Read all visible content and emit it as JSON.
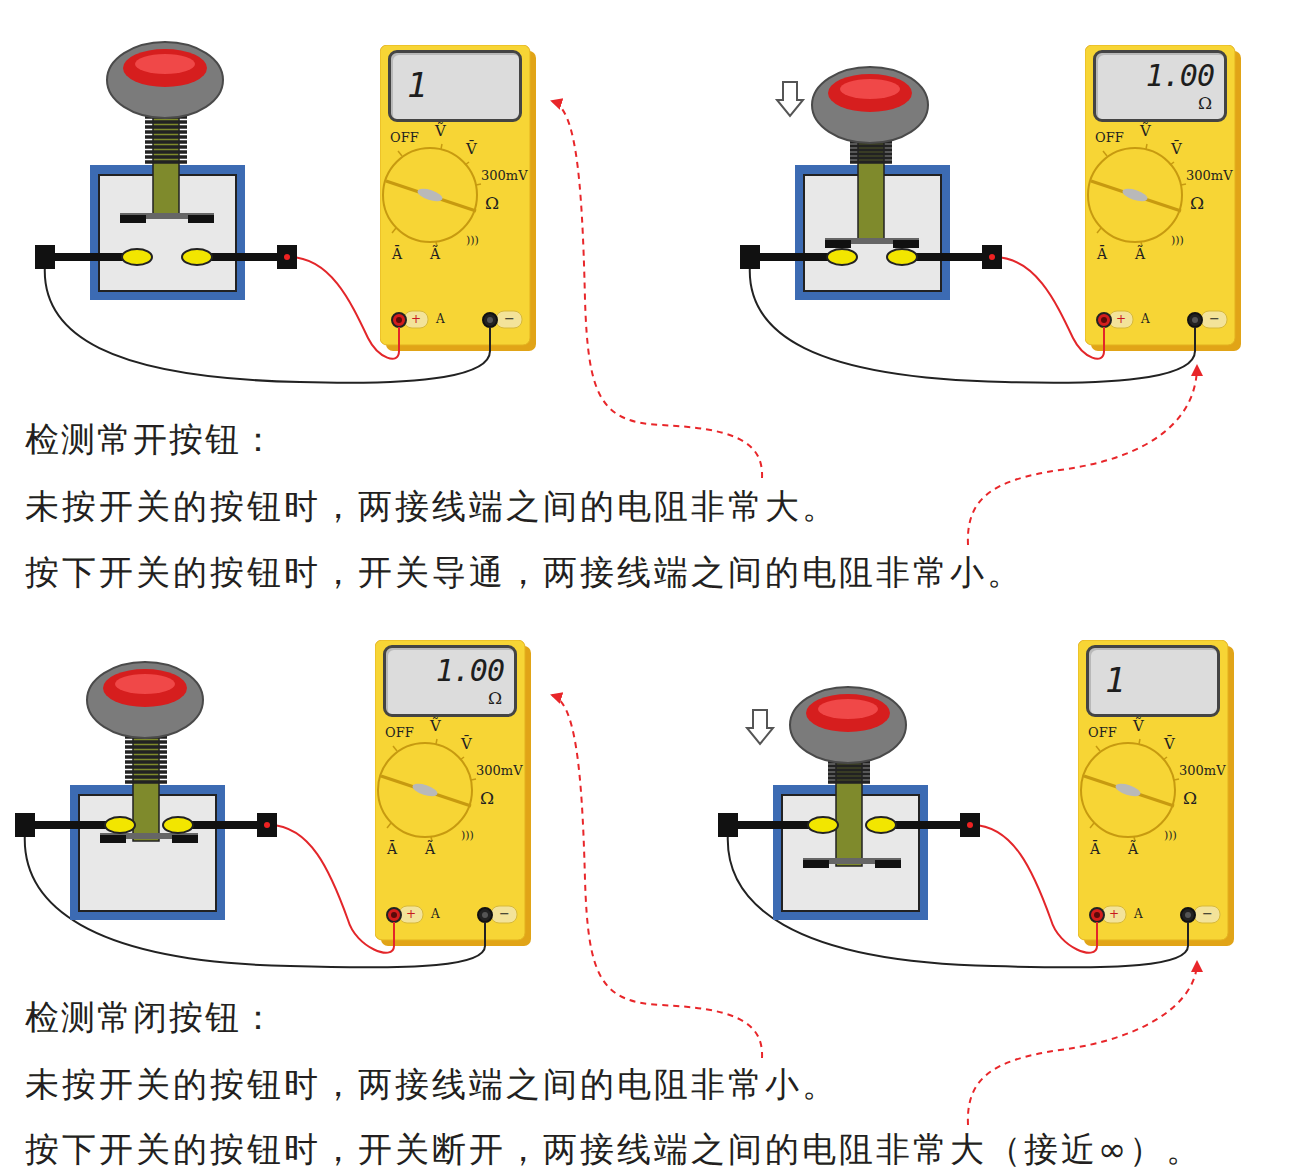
{
  "diagram": {
    "nodes": [
      {
        "text": [
          "OFF",
          "Ṽ",
          "V̄",
          "300mV",
          "Ω",
          ")))",
          "Ā",
          "Ã",
          "+",
          "A",
          "−"
        ]
      },
      {
        "text": [
          "1"
        ],
        "in": 0
      },
      {
        "text": [
          "OFF",
          "Ṽ",
          "V̄",
          "300mV",
          "Ω",
          ")))",
          "Ā",
          "Ã",
          "+",
          "A",
          "−"
        ]
      },
      {
        "text": [
          "1.00",
          "Ω"
        ],
        "in": 2
      },
      {
        "text": [
          "OFF",
          "Ṽ",
          "V̄",
          "300mV",
          "Ω",
          ")))",
          "Ā",
          "Ã",
          "+",
          "A",
          "−"
        ]
      },
      {
        "text": [
          "1.00",
          "Ω"
        ],
        "in": 4
      },
      {
        "text": [
          "OFF",
          "Ṽ",
          "V̄",
          "300mV",
          "Ω",
          ")))",
          "Ā",
          "Ã",
          "+",
          "A",
          "−"
        ]
      },
      {
        "text": [
          "1"
        ],
        "in": 6
      }
    ],
    "labels": [
      "检测常开按钮：",
      "未按开关的按钮时，两接线端之间的电阻非常大。",
      "按下开关的按钮时，开关导通，两接线端之间的电阻非常小。",
      "检测常闭按钮：",
      "未按开关的按钮时，两接线端之间的电阻非常小。",
      "按下开关的按钮时，开关断开，两接线端之间的电阻非常大（接近∞）。"
    ]
  }
}
